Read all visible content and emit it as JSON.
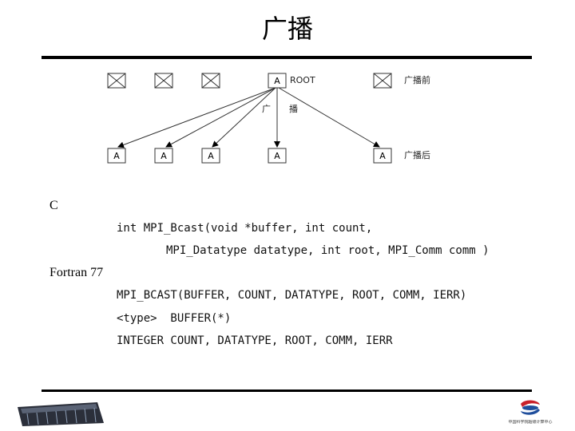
{
  "slide": {
    "title": "广播"
  },
  "diagram": {
    "root_label": "ROOT",
    "box_letter": "A",
    "before_label": "广播前",
    "after_label": "广播后",
    "arrow_label_left": "广",
    "arrow_label_right": "播"
  },
  "code": {
    "c_label": "C",
    "c_line1": "int MPI_Bcast(void *buffer, int count,",
    "c_line2": "MPI_Datatype datatype, int root, MPI_Comm comm )",
    "fortran_label": "Fortran 77",
    "f_line1": "MPI_BCAST(BUFFER, COUNT, DATATYPE, ROOT, COMM, IERR)",
    "f_line2": "<type>  BUFFER(*)",
    "f_line3": "INTEGER COUNT, DATATYPE, ROOT, COMM, IERR"
  },
  "footer": {
    "right_logo_text": "中国科学院超级计算中心"
  },
  "colors": {
    "rule": "#000000",
    "logo_red": "#c8202a",
    "logo_blue": "#1f4e9c"
  }
}
